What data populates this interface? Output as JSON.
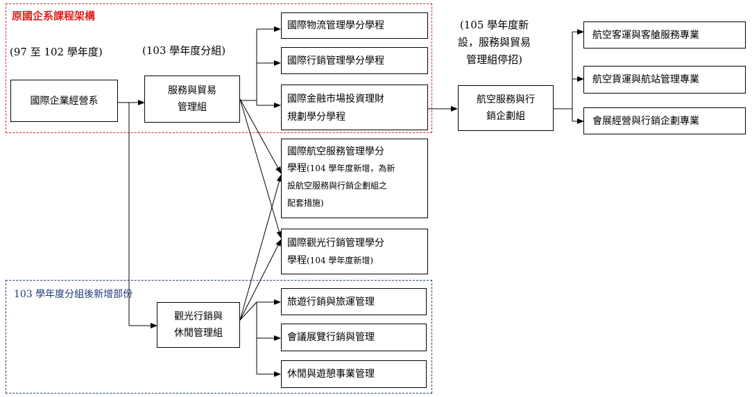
{
  "regions": {
    "original": "原國企系課程架構",
    "added": "103 學年度分組後新增部份"
  },
  "notes": {
    "years_97_102": "(97 至 102 學年度)",
    "year_103": "(103 學年度分組)",
    "year_105": [
      "(105 學年度新",
      "設，服務與貿易",
      "管理組停招)"
    ]
  },
  "nodes": {
    "dept": "國際企業經營系",
    "service_trade": [
      "服務與貿易",
      "管理組"
    ],
    "tourism_leisure": [
      "觀光行銷與",
      "休閒管理組"
    ],
    "aviation_marketing": [
      "航空服務與行",
      "銷企劃組"
    ],
    "logistics": "國際物流管理學分學程",
    "marketing": "國際行銷管理學分學程",
    "finance": [
      "國際金融市場投資理財",
      "規劃學分學程"
    ],
    "aviation_program": {
      "line1": "國際航空服務管理學分",
      "line2_main": "學程",
      "line2_note": "(104 學年度新增，為新",
      "line3": "設航空服務與行銷企劃組之",
      "line4": "配套措施)"
    },
    "tourism_program": {
      "line1": "國際觀光行銷管理學分",
      "line2_main": "學程",
      "line2_note": "(104 學年度新增)"
    },
    "travel": "旅遊行銷與旅運管理",
    "conference": "會議展覽行銷與管理",
    "leisure": "休閒與遊憩事業管理",
    "passenger": "航空客運與客艙服務專業",
    "cargo": "航空貨運與航站管理專業",
    "mice": "會展經營與行銷企劃專業"
  },
  "colors": {
    "red_region": "#e02020",
    "navy_region": "#1f3a78"
  }
}
